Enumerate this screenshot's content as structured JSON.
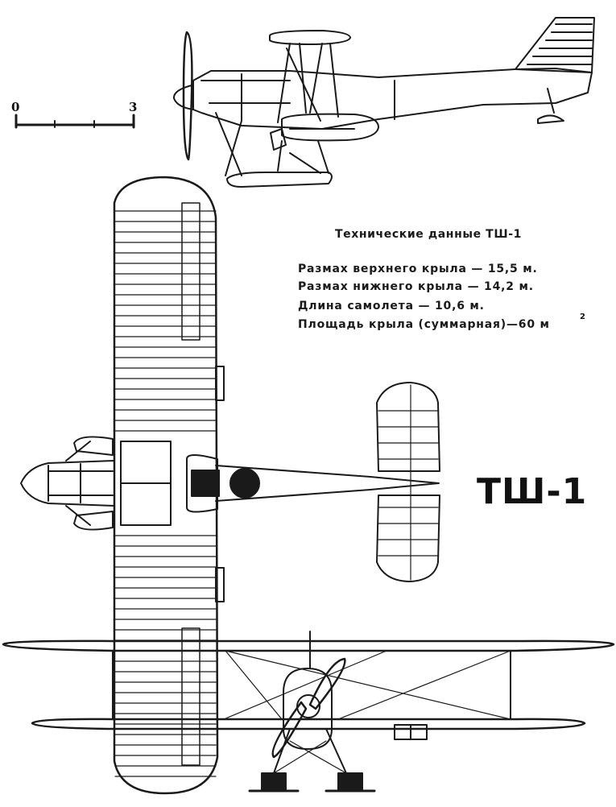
{
  "specs": {
    "title": "Технические данные ТШ-1",
    "lines": [
      "Размах верхнего крыла — 15,5 м.",
      "Размах нижнего крыла — 14,2 м.",
      "Длина самолета — 10,6 м.",
      "Площадь крыла (суммарная)—60 м"
    ],
    "area_superscript": "2"
  },
  "aircraft_name": "ТШ-1",
  "scale_bar": {
    "min_label": "0",
    "max_label": "3"
  },
  "colors": {
    "ink": "#1a1a1a",
    "paper": "#ffffff"
  }
}
